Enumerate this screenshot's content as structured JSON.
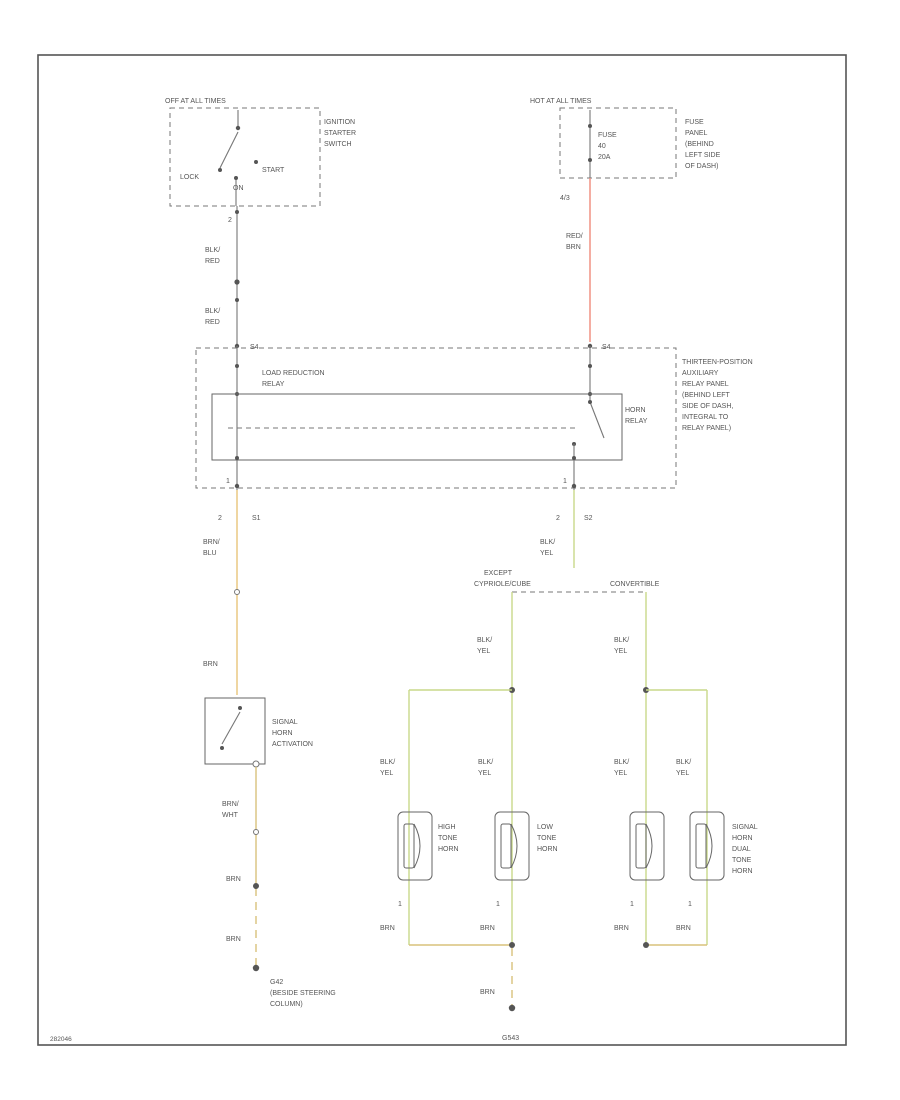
{
  "colors": {
    "wire_red": "#f08a7a",
    "wire_brn_blu": "#e8c47a",
    "wire_blk_yel": "#c9d98a",
    "wire_brn": "#d9c27c",
    "wire_gray": "#777777"
  },
  "ignition": {
    "supply": "OFF AT ALL TIMES",
    "name": [
      "IGNITION",
      "STARTER",
      "SWITCH"
    ],
    "lock": "LOCK",
    "on": "ON",
    "start": "START",
    "pin": "2"
  },
  "fuse": {
    "supply": "HOT AT ALL TIMES",
    "inner": [
      "FUSE",
      "40",
      "20A"
    ],
    "name": [
      "FUSE",
      "PANEL",
      "(BEHIND",
      "LEFT SIDE",
      "OF DASH)"
    ],
    "pin": "4/3"
  },
  "wires": {
    "blk_red": [
      "BLK/",
      "RED"
    ],
    "red_brn": [
      "RED/",
      "BRN"
    ],
    "brn_blu": [
      "BRN/",
      "BLU"
    ],
    "blk_yel": [
      "BLK/",
      "YEL"
    ],
    "brn": "BRN",
    "brn_wht": [
      "BRN/",
      "WHT"
    ]
  },
  "relay_panel": {
    "name": [
      "THIRTEEN-POSITION",
      "AUXILIARY",
      "RELAY PANEL",
      "(BEHIND LEFT",
      "SIDE OF DASH,",
      "INTEGRAL TO",
      "RELAY PANEL)"
    ],
    "load_relay": [
      "LOAD REDUCTION",
      "RELAY"
    ],
    "horn_relay": [
      "HORN",
      "RELAY"
    ],
    "s4": "S4",
    "s1": "S1",
    "s2": "S2",
    "pin1": "1",
    "pin2": "2"
  },
  "options": {
    "except": [
      "EXCEPT",
      "CYPRIOLE/CUBE"
    ],
    "convertible": "CONVERTIBLE"
  },
  "signal_switch": {
    "name": [
      "SIGNAL",
      "HORN",
      "ACTIVATION"
    ]
  },
  "horns": {
    "high": [
      "HIGH",
      "TONE",
      "HORN"
    ],
    "low": [
      "LOW",
      "TONE",
      "HORN"
    ],
    "dual": [
      "SIGNAL",
      "HORN",
      "DUAL",
      "TONE",
      "HORN"
    ],
    "pin": "1"
  },
  "grounds": {
    "g42": [
      "G42",
      "(BESIDE STEERING",
      "COLUMN)"
    ],
    "g543": "G543"
  },
  "footer": {
    "code": "282046"
  }
}
